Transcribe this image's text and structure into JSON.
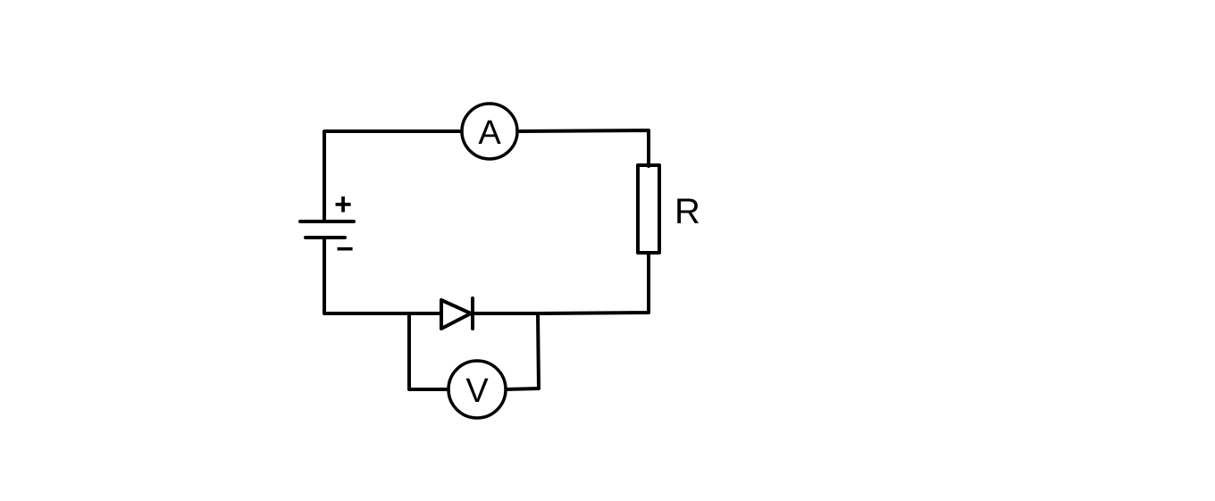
{
  "diagram": {
    "components": {
      "ammeter": {
        "symbol": "A"
      },
      "voltmeter": {
        "symbol": "V"
      },
      "resistor": {
        "label": "R"
      },
      "battery": {
        "positive_sign": "+",
        "negative_sign": "−"
      },
      "diode": {
        "symbol": "diode-symbol"
      }
    },
    "colors": {
      "ink": "#000000",
      "background": "#ffffff"
    }
  }
}
